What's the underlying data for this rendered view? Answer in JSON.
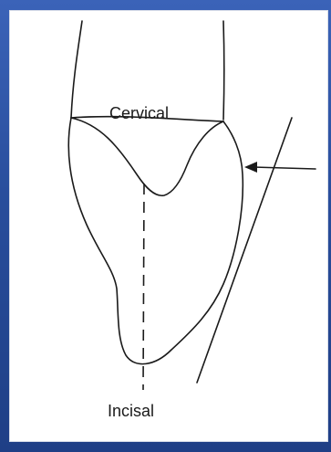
{
  "diagram": {
    "labels": {
      "cervical": "Cervical",
      "incisal": "Incisal"
    },
    "colors": {
      "background": "#2a4f9e",
      "panel": "#ffffff",
      "line": "#1a1a1a"
    },
    "elements": [
      "tooth-root-outline",
      "tooth-crown-outline",
      "cingulum-curve",
      "long-axis-dashed-line",
      "reference-line",
      "arrow-pointer"
    ]
  }
}
